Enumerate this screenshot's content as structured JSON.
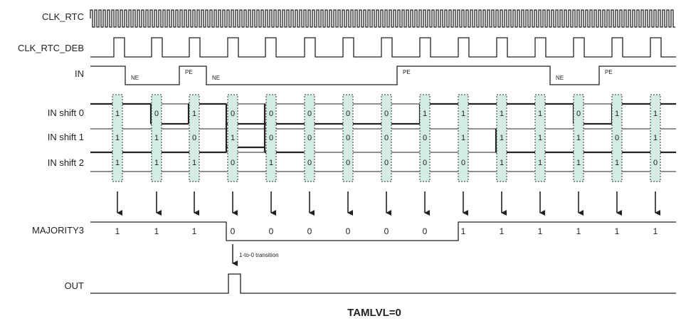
{
  "signals": {
    "clk_rtc": "CLK_RTC",
    "clk_rtc_deb": "CLK_RTC_DEB",
    "in": "IN",
    "in_shift_0": "IN shift 0",
    "in_shift_1": "IN shift 1",
    "in_shift_2": "IN shift 2",
    "majority3": "MAJORITY3",
    "out": "OUT"
  },
  "edge_labels": [
    {
      "text": "NE"
    },
    {
      "text": "PE"
    },
    {
      "text": "NE"
    },
    {
      "text": "PE"
    },
    {
      "text": "NE"
    },
    {
      "text": "PE"
    }
  ],
  "samples": {
    "shift0": [
      "1",
      "0",
      "1",
      "0",
      "0",
      "0",
      "0",
      "0",
      "1",
      "1",
      "1",
      "1",
      "0",
      "1",
      "1"
    ],
    "shift1": [
      "1",
      "1",
      "0",
      "1",
      "0",
      "0",
      "0",
      "0",
      "0",
      "1",
      "1",
      "1",
      "1",
      "0",
      "1"
    ],
    "shift2": [
      "1",
      "1",
      "1",
      "0",
      "1",
      "0",
      "0",
      "0",
      "0",
      "0",
      "1",
      "1",
      "1",
      "1",
      "0"
    ]
  },
  "majority3_values": [
    "1",
    "1",
    "1",
    "0",
    "0",
    "0",
    "0",
    "0",
    "0",
    "1",
    "1",
    "1",
    "1",
    "1",
    "1"
  ],
  "transition_note": "1-to-0 transition",
  "caption": "TAMLVL=0"
}
